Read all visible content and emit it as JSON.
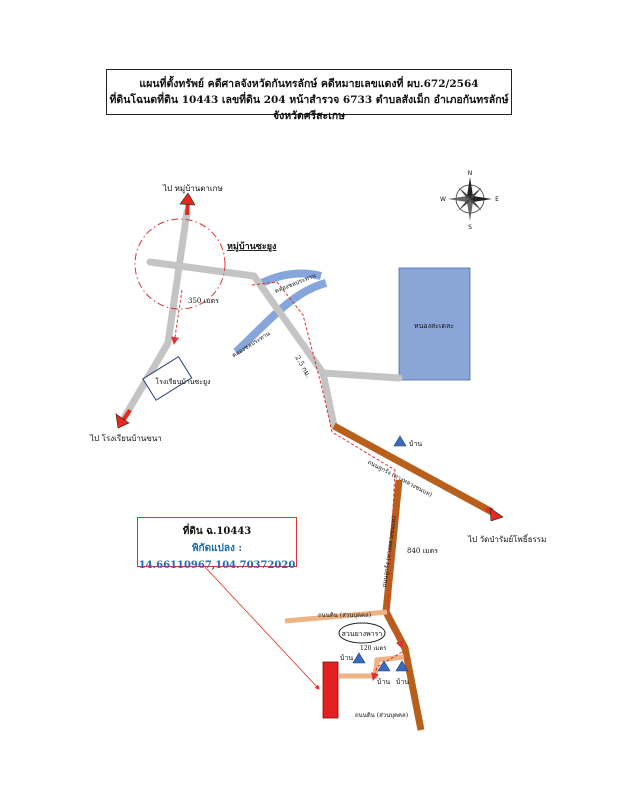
{
  "title": {
    "line1": "แผนที่ตั้งทรัพย์ คดีศาลจังหวัดกันทรลักษ์ คดีหมายเลขแดงที่ ผบ.672/2564",
    "line2": "ที่ดินโฉนดที่ดิน 10443 เลขที่ดิน 204 หน้าสำรวจ 6733 ตำบลสังเม็ก อำเภอกันทรลักษ์ จังหวัดศรีสะเกษ"
  },
  "compass": {
    "n": "N",
    "s": "S",
    "e": "E",
    "w": "W"
  },
  "labels": {
    "to_village_top": "ไป หมู่บ้านตาเกษ",
    "village_name": "หมู่บ้านซะยูง",
    "dist_350": "350 เมตร",
    "school": "โรงเรียนบ้านซะยูง",
    "to_school_left": "ไป โรงเรียนบ้านขนา",
    "canal_1": "คลองชลประทาน",
    "canal_2": "คลองชลประทาน",
    "dist_25km": "2.5 กม.",
    "pond": "หนองสะเดละ",
    "house_1": "บ้าน",
    "road_orange": "ถนนลูกรัง (ทางหลวงชนบท)",
    "to_temple": "ไป วัดป่ารัมย์โพธิ์ธรรม",
    "road_vertical": "ถนนลูกรัง (ทางหลวงชนบท)",
    "dist_840": "840 เมตร",
    "dirt_road_1": "ถนนดิน (ส่วนบุคคล)",
    "rubber": "สวนยางพารา",
    "dist_120": "120 เมตร",
    "house_2": "บ้าน",
    "house_3": "บ้าน",
    "house_4": "บ้าน",
    "dirt_road_2": "ถนนดิน (ส่วนบุคคล)"
  },
  "info": {
    "title": "ที่ดิน ฉ.10443",
    "coord_label": "พิกัดแปลง :",
    "coord_value": "14.66110967,104.70372020"
  },
  "colors": {
    "road_gray": "#c4c4c4",
    "road_brown": "#b85f1c",
    "road_light": "#efb284",
    "canal": "#86a5db",
    "pond": "#8aa6d8",
    "house": "#3a6bbf",
    "arrow": "#e8281e",
    "parcel": "#e41f1f",
    "route": "#d44"
  }
}
